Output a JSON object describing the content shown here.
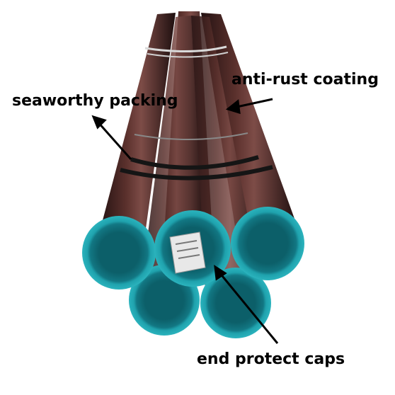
{
  "annotations": {
    "anti_rust": "anti-rust coating",
    "seaworthy": "seaworthy packing",
    "end_caps": "end protect caps"
  },
  "colors": {
    "pipe_body": "#3a1f1e",
    "pipe_highlight": "#7a4a46",
    "cap_outer": "#1e9aa6",
    "cap_inner": "#0f6f7a",
    "strap": "#1a1a1a",
    "text": "#000000"
  }
}
